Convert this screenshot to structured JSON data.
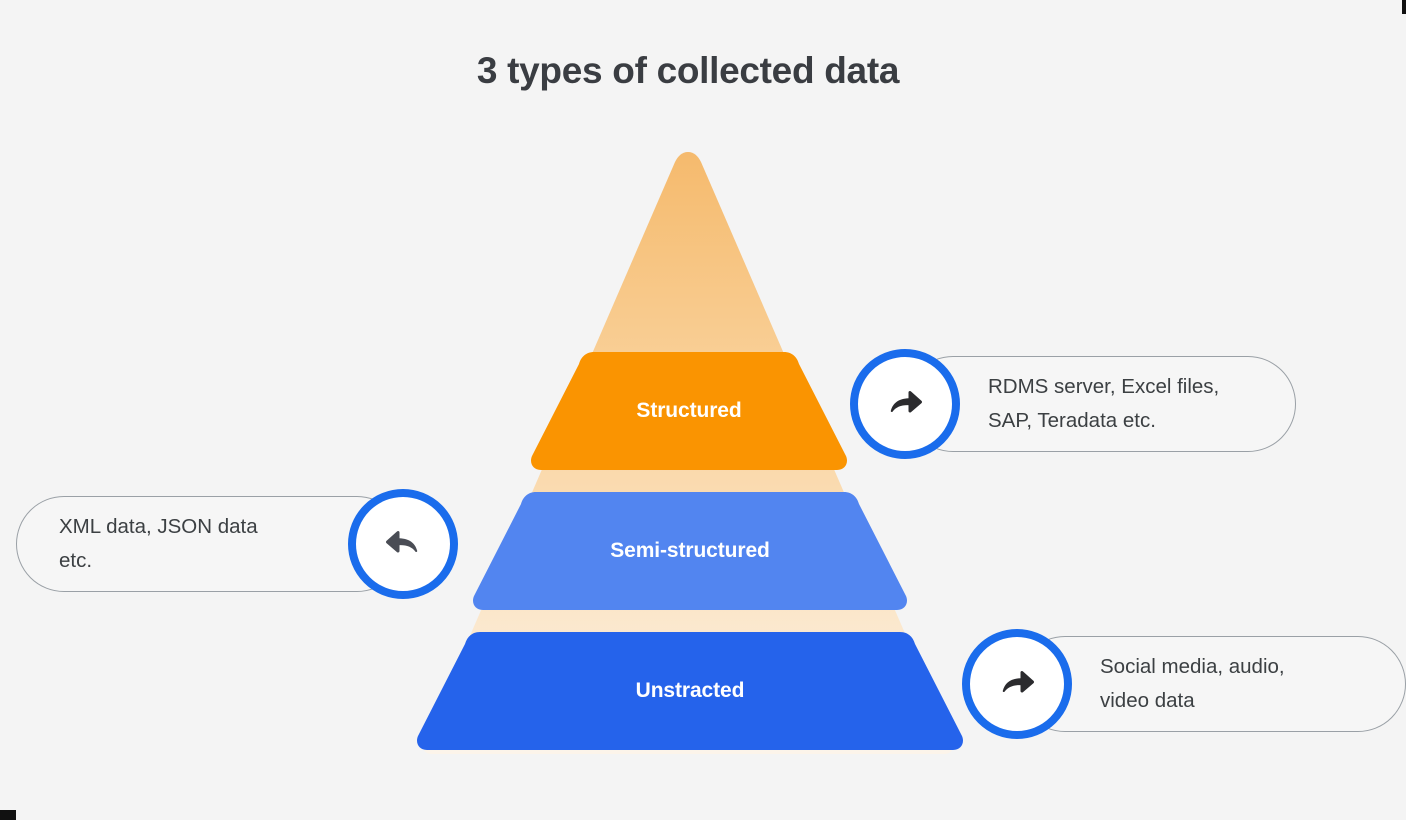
{
  "page": {
    "title": "3 types of collected data",
    "background_color": "#f4f4f4"
  },
  "colors": {
    "title_text": "#3a3d42",
    "pyramid_top": "#f6bd74",
    "pyramid_bottom": "#fbf3e8",
    "structured": "#fa9401",
    "semi_structured": "#5285f0",
    "unstructured": "#2563eb",
    "ring_blue": "#1a6cec",
    "pill_border": "#9aa0a6",
    "callout_text": "#3c4043",
    "tier_label_text": "#ffffff"
  },
  "pyramid": {
    "tiers": [
      {
        "id": "structured",
        "label": "Structured",
        "color": "#fa9401",
        "order": 1
      },
      {
        "id": "semi-structured",
        "label": "Semi-structured",
        "color": "#5285f0",
        "order": 2
      },
      {
        "id": "unstructured",
        "label": "Unstracted",
        "color": "#2563eb",
        "order": 3
      }
    ]
  },
  "callouts": [
    {
      "id": "structured",
      "icon": "share-arrow-right-icon",
      "icon_direction": "right",
      "side": "right",
      "text": "RDMS server, Excel files,\nSAP, Teradata etc."
    },
    {
      "id": "semi-structured",
      "icon": "reply-arrow-left-icon",
      "icon_direction": "left",
      "side": "left",
      "text": "XML data, JSON data\netc."
    },
    {
      "id": "unstructured",
      "icon": "share-arrow-right-icon",
      "icon_direction": "right",
      "side": "right",
      "text": "Social media, audio,\nvideo data"
    }
  ]
}
